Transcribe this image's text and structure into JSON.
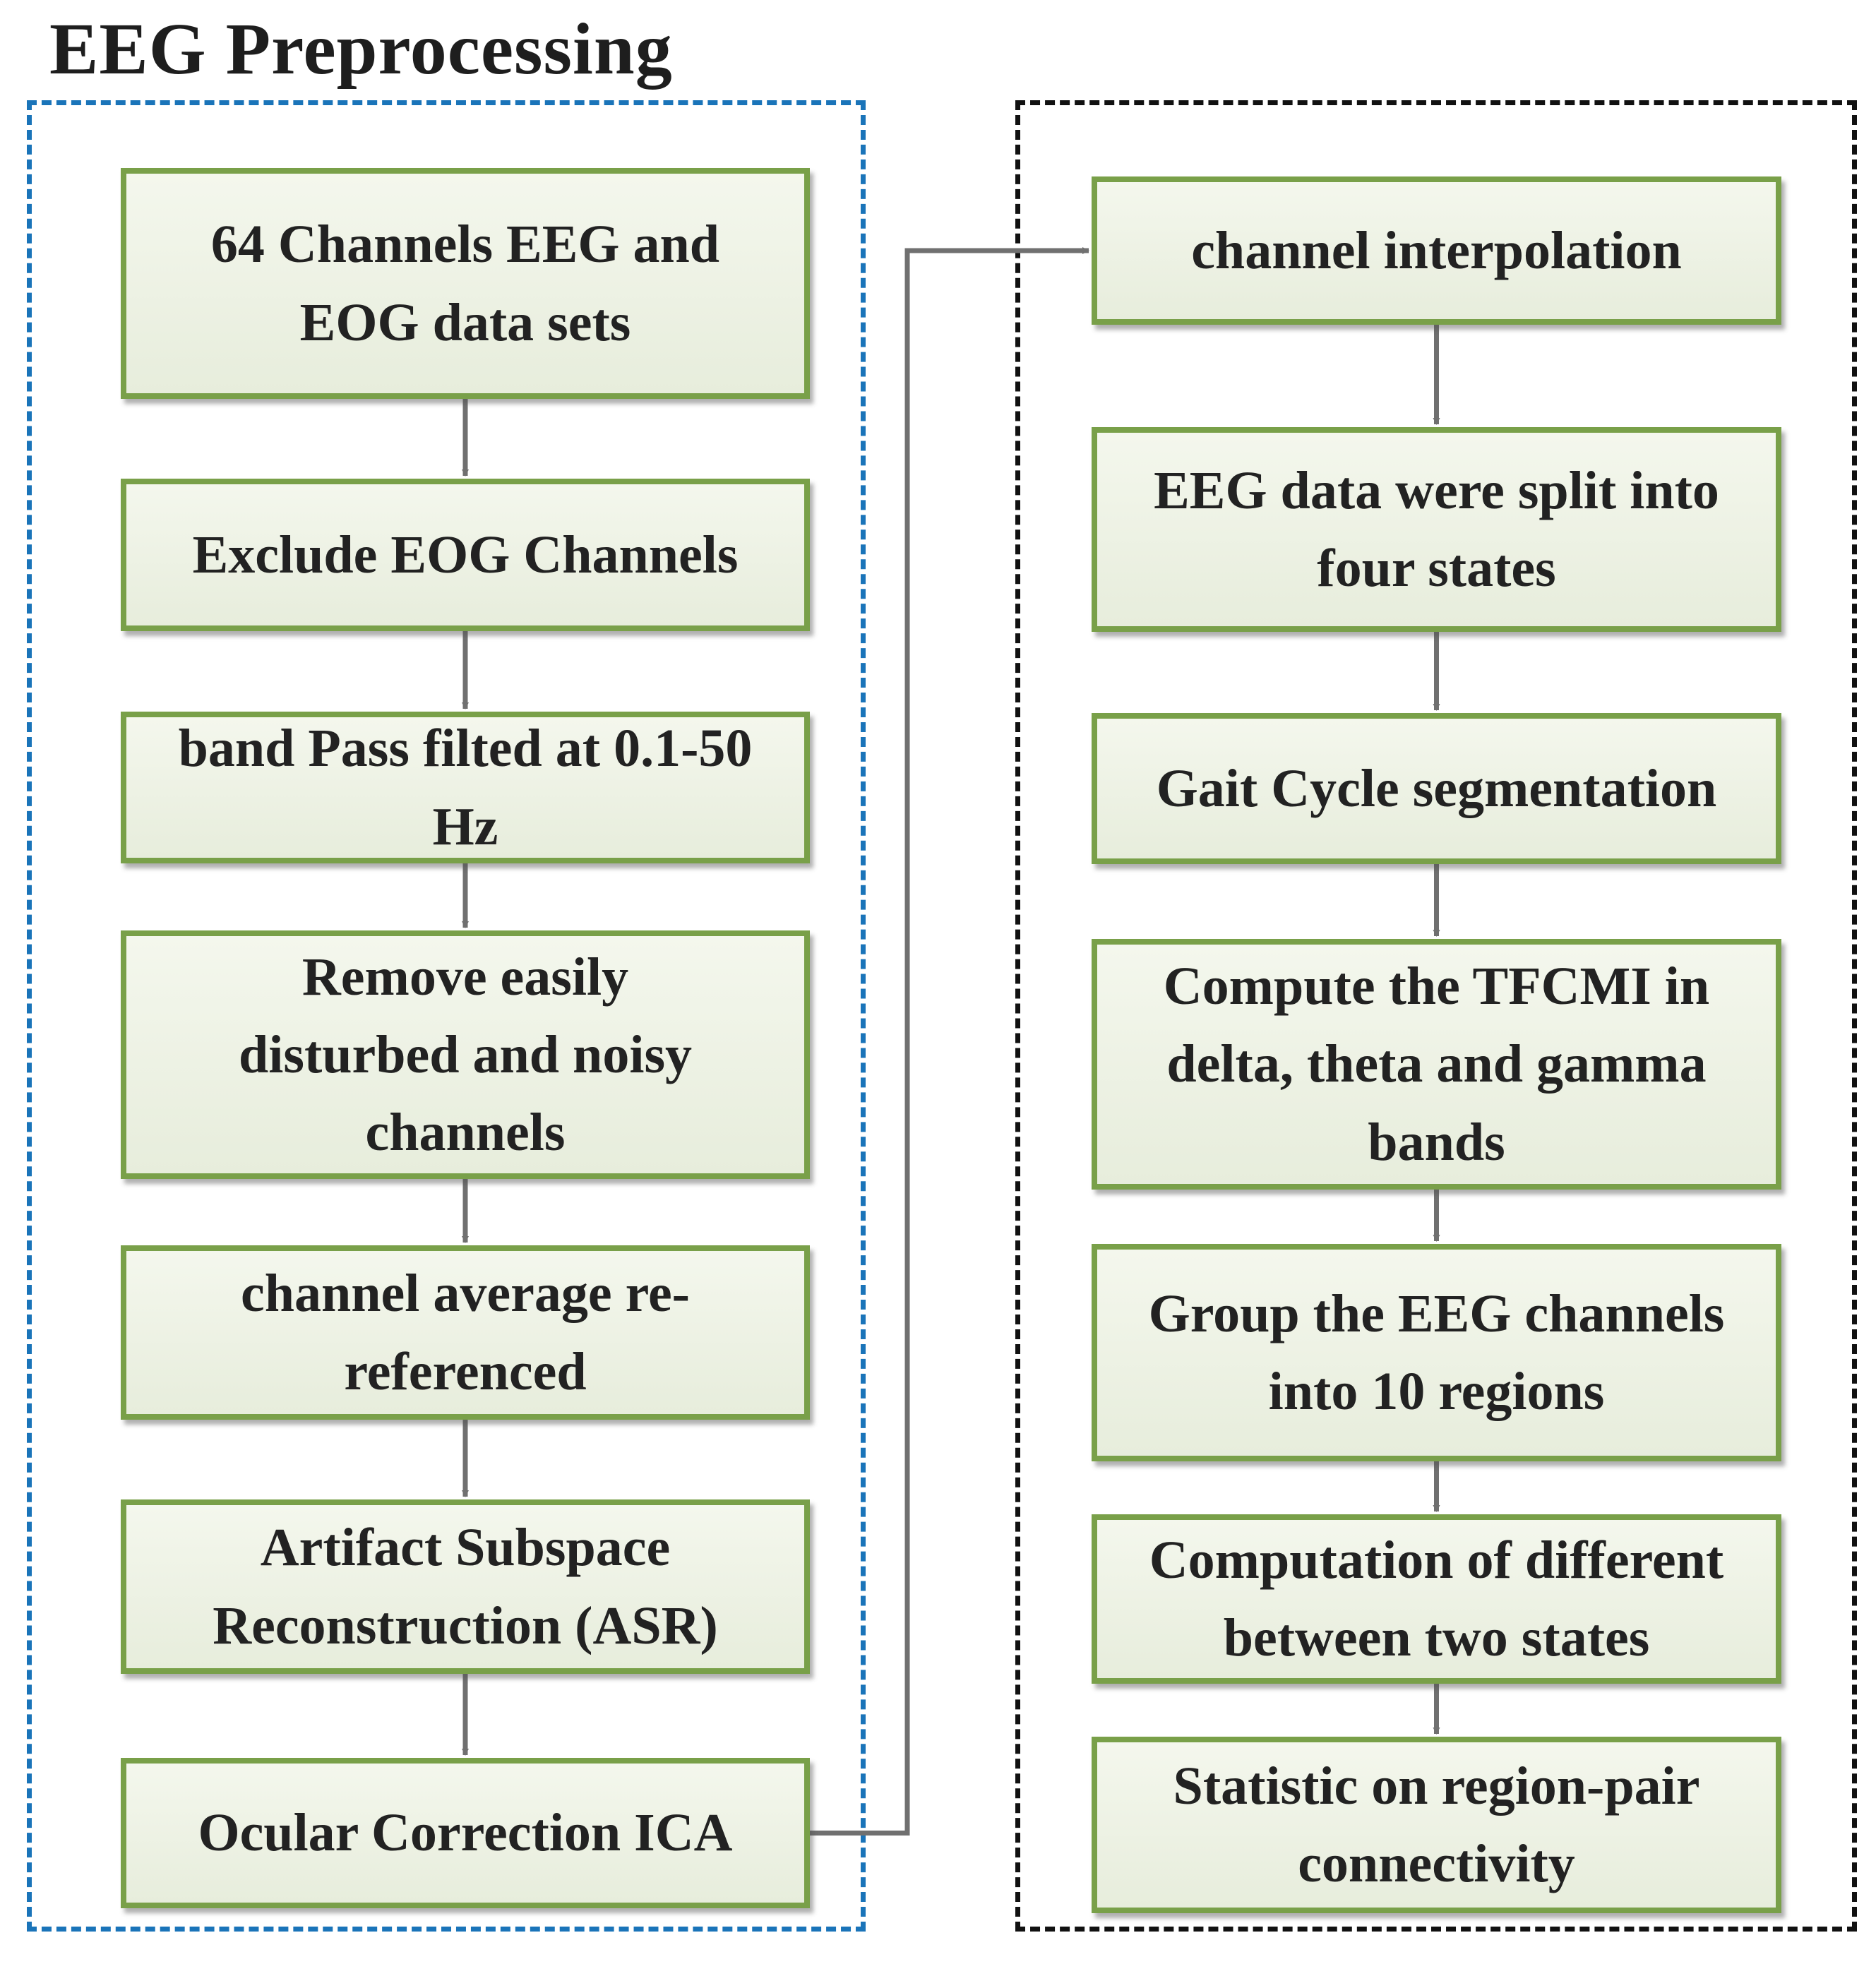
{
  "title": "EEG  Preprocessing",
  "colors": {
    "box_fill": "#e7eddc",
    "box_border": "#79a049",
    "left_group_border": "#1a74b9",
    "right_group_border": "#111111",
    "arrow": "#707070"
  },
  "left_steps": [
    {
      "label": "64 Channels EEG and\nEOG data sets"
    },
    {
      "label": "Exclude  EOG Channels"
    },
    {
      "label": "band Pass filted at 0.1-50\nHz"
    },
    {
      "label": "Remove easily\ndisturbed and noisy\nchannels"
    },
    {
      "label": "channel average re-\nreferenced"
    },
    {
      "label": "Artifact Subspace\nReconstruction (ASR)"
    },
    {
      "label": "Ocular Correction ICA"
    }
  ],
  "right_steps": [
    {
      "label": "channel interpolation"
    },
    {
      "label": "EEG data were split into\nfour states"
    },
    {
      "label": "Gait Cycle segmentation"
    },
    {
      "label": "Compute the TFCMI in\ndelta, theta and gamma\nbands"
    },
    {
      "label": "Group the EEG channels\ninto 10 regions"
    },
    {
      "label": "Computation of different\nbetween two states"
    },
    {
      "label": "Statistic on region-pair\nconnectivity"
    }
  ]
}
